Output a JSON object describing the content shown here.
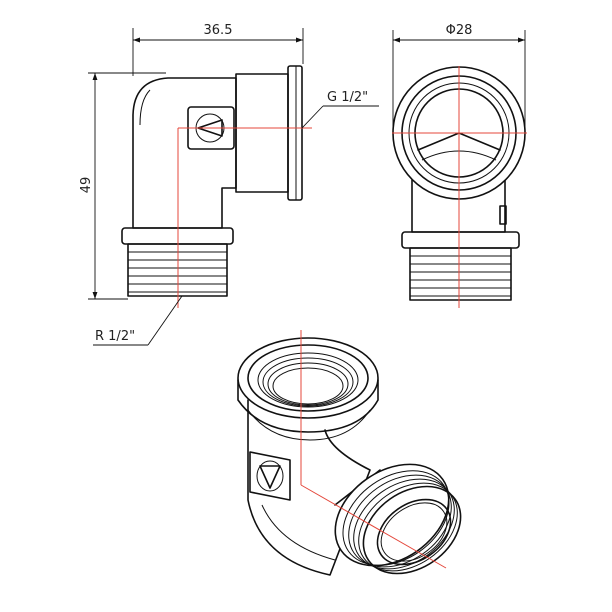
{
  "dimensions": {
    "width": "36.5",
    "height": "49",
    "diameter": "Φ28"
  },
  "threads": {
    "female": "G 1/2\"",
    "male": "R 1/2\""
  },
  "colors": {
    "outline": "#111111",
    "centerline": "#e4473b",
    "background": "#ffffff"
  }
}
